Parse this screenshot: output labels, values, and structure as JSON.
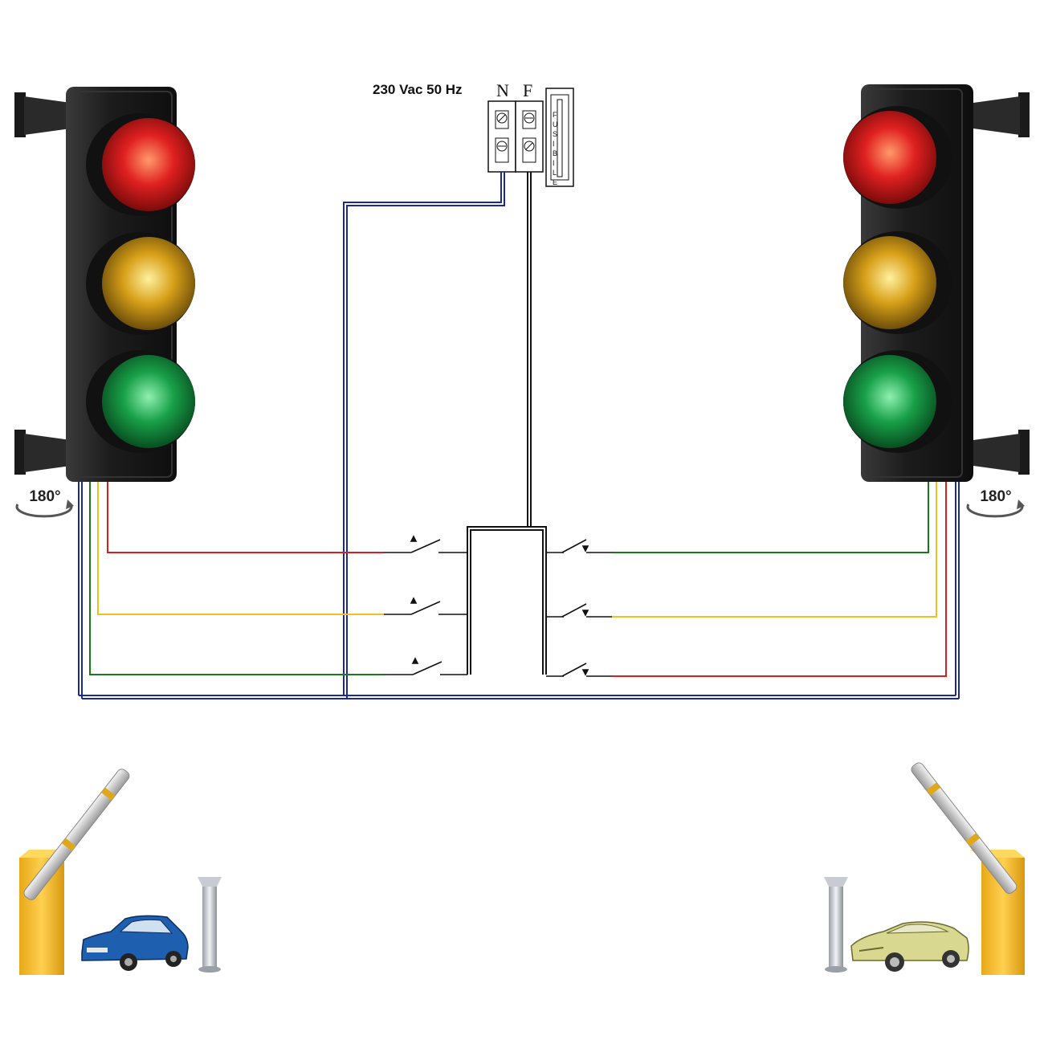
{
  "supply": {
    "label": "230 Vac 50 Hz",
    "neutral_label": "N",
    "phase_label": "F",
    "fuse_letters": [
      "F",
      "U",
      "S",
      "I",
      "B",
      "I",
      "L",
      "E"
    ]
  },
  "traffic_lights": [
    {
      "side": "left",
      "rotation_label": "180°"
    },
    {
      "side": "right",
      "rotation_label": "180°"
    }
  ],
  "colors": {
    "red_wire": "#d42020",
    "yellow_wire": "#f0c020",
    "green_wire": "#1a7a1a",
    "neutral_wire": "#1a2a9a",
    "phase_wire": "#111111",
    "lamp_red": "#d01818",
    "lamp_yellow": "#e0a818",
    "lamp_green": "#149040",
    "housing": "#1e1e1e",
    "barrier_cabinet": "#f2b824",
    "car_left": "#1e5fb0",
    "car_right": "#c8c870"
  }
}
